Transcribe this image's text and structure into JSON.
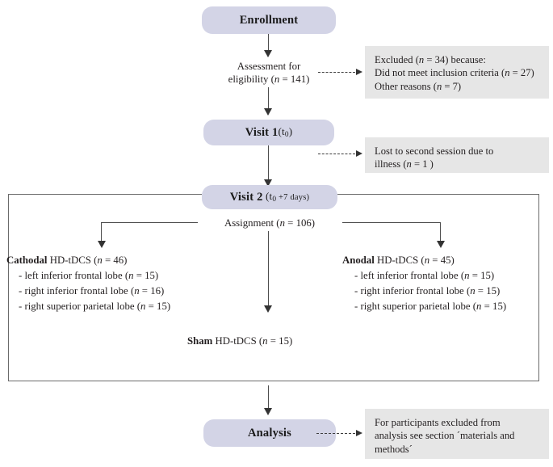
{
  "diagram": {
    "title": "CONSORT-style participant flow diagram",
    "colors": {
      "stage_fill": "#d3d4e6",
      "note_fill": "#e6e6e6",
      "line": "#4d4d4d",
      "text": "#231f20"
    }
  },
  "stages": {
    "enrollment": {
      "label": "Enrollment"
    },
    "visit1": {
      "label": "Visit 1",
      "timepoint_prefix": "(t",
      "timepoint_sub": "0",
      "timepoint_suffix": ")"
    },
    "visit2": {
      "label": "Visit 2",
      "timepoint_prefix": "(t",
      "timepoint_sub": "0",
      "timepoint_suffix": " +7 days)"
    },
    "analysis": {
      "label": "Analysis"
    }
  },
  "labels": {
    "assessment_line1": "Assessment for",
    "assessment_line2_pre": "eligibility (",
    "assessment_line2_n": "n",
    "assessment_line2_post": " = 141)",
    "assignment_pre": "Assignment (",
    "assignment_n": "n",
    "assignment_post": " = 106)"
  },
  "notes": {
    "excluded": {
      "line1": "Excluded (n = 34) because:",
      "line2": "Did not meet inclusion criteria (n = 27)",
      "line3": "Other reasons (n = 7)"
    },
    "lost": {
      "line1": "Lost to second session due to",
      "line2": "illness (n = 1 )"
    },
    "analysis_note": {
      "line1": "For participants excluded from",
      "line2": "analysis see section ´materials and",
      "line3": "methods´"
    }
  },
  "groups": {
    "cathodal": {
      "head_bold": "Cathodal",
      "head_rest": " HD-tDCS (n = 46)",
      "items": [
        "- left inferior frontal lobe (n = 15)",
        "- right inferior frontal lobe (n = 16)",
        "- right superior parietal lobe (n = 15)"
      ]
    },
    "anodal": {
      "head_bold": "Anodal",
      "head_rest": " HD-tDCS (n = 45)",
      "items": [
        "- left inferior frontal lobe (n = 15)",
        "- right inferior frontal lobe (n = 15)",
        "- right superior parietal lobe (n = 15)"
      ]
    },
    "sham": {
      "head_bold": "Sham",
      "head_rest": " HD-tDCS (n = 15)"
    }
  },
  "counts": {
    "assessed_for_eligibility": 141,
    "excluded_total": 34,
    "excluded_no_inclusion": 27,
    "excluded_other": 7,
    "lost_illness": 1,
    "assigned": 106,
    "cathodal_total": 46,
    "cathodal_left_ifl": 15,
    "cathodal_right_ifl": 16,
    "cathodal_right_spl": 15,
    "anodal_total": 45,
    "anodal_left_ifl": 15,
    "anodal_right_ifl": 15,
    "anodal_right_spl": 15,
    "sham_total": 15
  }
}
